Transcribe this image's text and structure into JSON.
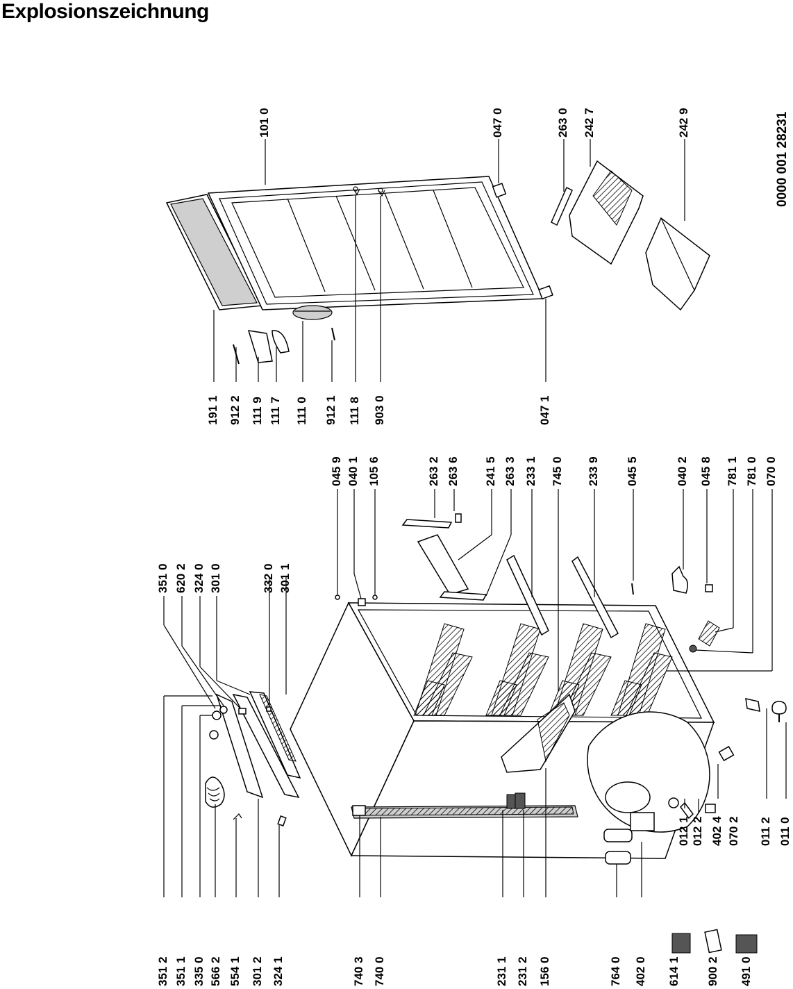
{
  "title": "Explosionszeichnung",
  "document_number": "0000 001 28231",
  "labels": {
    "left_column": [
      "351 2",
      "351 1",
      "335 0",
      "566 2",
      "554 1",
      "301 2",
      "324 1",
      "740 3",
      "740 0",
      "231 1",
      "231 2",
      "156 0",
      "764 0",
      "402 0",
      "614 1",
      "900 2",
      "491 0"
    ],
    "top_column": [
      "351 0",
      "620 2",
      "324 0",
      "301 0",
      "332 0",
      "301 1",
      "045 9",
      "040 1",
      "105 6",
      "263 2",
      "263 6",
      "241 5",
      "263 3",
      "233 1",
      "745 0",
      "233 9",
      "045 5",
      "040 2",
      "045 8",
      "781 1",
      "781 0",
      "070 0"
    ],
    "middle_column": [
      "191 1",
      "912 2",
      "111 9",
      "111 7",
      "111 0",
      "912 1",
      "111 8",
      "903 0",
      "047 1"
    ],
    "door_top": [
      "101 0",
      "047 0",
      "263 0",
      "242 7",
      "242 9"
    ],
    "bottom_right": [
      "012 1",
      "012 2",
      "402 4",
      "070 2",
      "011 2",
      "011 0"
    ]
  }
}
